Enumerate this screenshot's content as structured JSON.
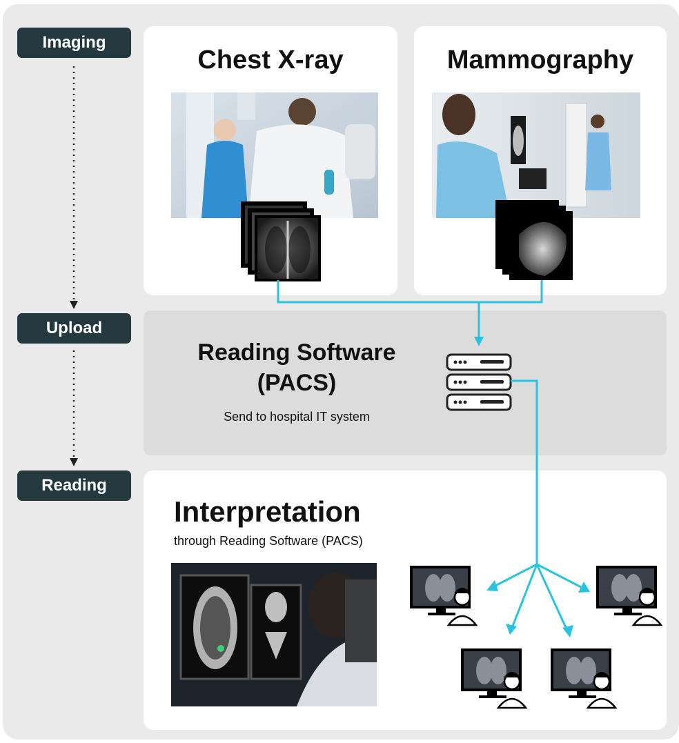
{
  "stages": {
    "imaging": "Imaging",
    "upload": "Upload",
    "reading": "Reading"
  },
  "cards": {
    "chest_title": "Chest X-ray",
    "mammo_title": "Mammography"
  },
  "pacs": {
    "title_line1": "Reading Software",
    "title_line2": "(PACS)",
    "subtitle": "Send to hospital IT system"
  },
  "reading": {
    "title": "Interpretation",
    "subtitle": "through Reading Software (PACS)"
  },
  "colors": {
    "stage_bg": "#24393f",
    "connector": "#29c3e0",
    "panel_bg": "#eaeaea",
    "pacs_bg": "#dcdcdc"
  },
  "icons": [
    "server-icon",
    "doctor-workstation-icon",
    "xray-film-stack-icon"
  ]
}
